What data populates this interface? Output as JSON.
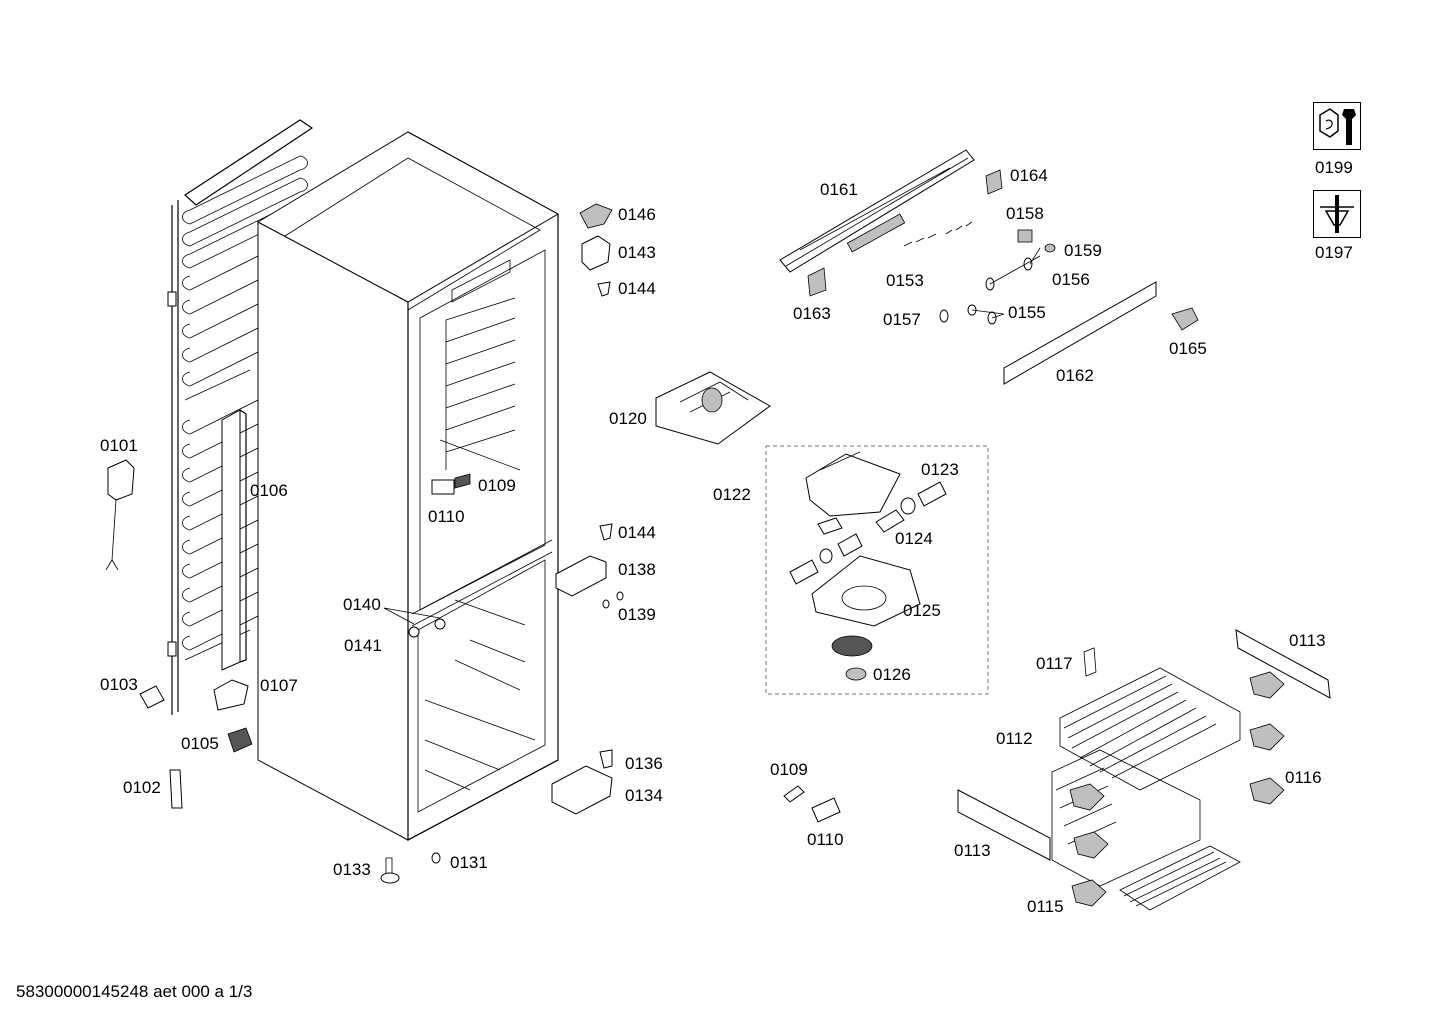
{
  "document_id": "58300000145248 aet 000 a 1/3",
  "labels": {
    "p0101": "0101",
    "p0106": "0106",
    "p0103": "0103",
    "p0107": "0107",
    "p0105": "0105",
    "p0102": "0102",
    "p0133": "0133",
    "p0131": "0131",
    "p0140": "0140",
    "p0141": "0141",
    "p0109a": "0109",
    "p0110a": "0110",
    "p0146": "0146",
    "p0143": "0143",
    "p0144a": "0144",
    "p0144b": "0144",
    "p0138": "0138",
    "p0139": "0139",
    "p0136": "0136",
    "p0134": "0134",
    "p0120": "0120",
    "p0122": "0122",
    "p0123": "0123",
    "p0124": "0124",
    "p0125": "0125",
    "p0126": "0126",
    "p0109b": "0109",
    "p0110b": "0110",
    "p0161": "0161",
    "p0164": "0164",
    "p0158": "0158",
    "p0159": "0159",
    "p0153": "0153",
    "p0156": "0156",
    "p0163": "0163",
    "p0157": "0157",
    "p0155": "0155",
    "p0162": "0162",
    "p0165": "0165",
    "p0113a": "0113",
    "p0117": "0117",
    "p0112": "0112",
    "p0116": "0116",
    "p0113b": "0113",
    "p0115": "0115",
    "p0199": "0199",
    "p0197": "0197"
  }
}
